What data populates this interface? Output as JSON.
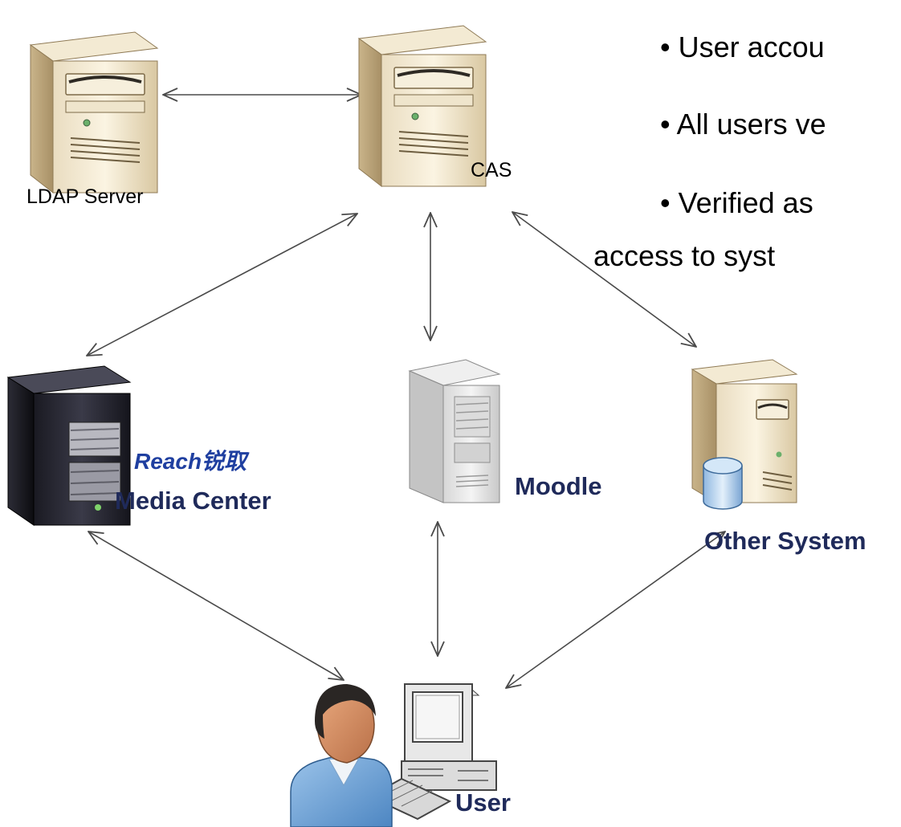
{
  "colors": {
    "label_bold": "#1f2a5a",
    "arrow": "#4a4a4a",
    "reach_brand": "#1f3fa0"
  },
  "nodes": {
    "ldap": {
      "label": "LDAP Server",
      "icon": "beige-tower-server-icon"
    },
    "cas": {
      "label": "CAS",
      "icon": "beige-tower-server-icon"
    },
    "media_center": {
      "label": "Media Center",
      "icon": "black-tower-server-icon",
      "logo_text": "Reach锐取"
    },
    "moodle": {
      "label": "Moodle",
      "icon": "grey-tower-server-icon"
    },
    "other_system": {
      "label": "Other System",
      "icon": "database-server-icon"
    },
    "user": {
      "label": "User",
      "icon": "user-workstation-icon"
    }
  },
  "bullets": [
    "• User accou",
    "• All users ve",
    "• Verified as",
    "access to syst"
  ]
}
